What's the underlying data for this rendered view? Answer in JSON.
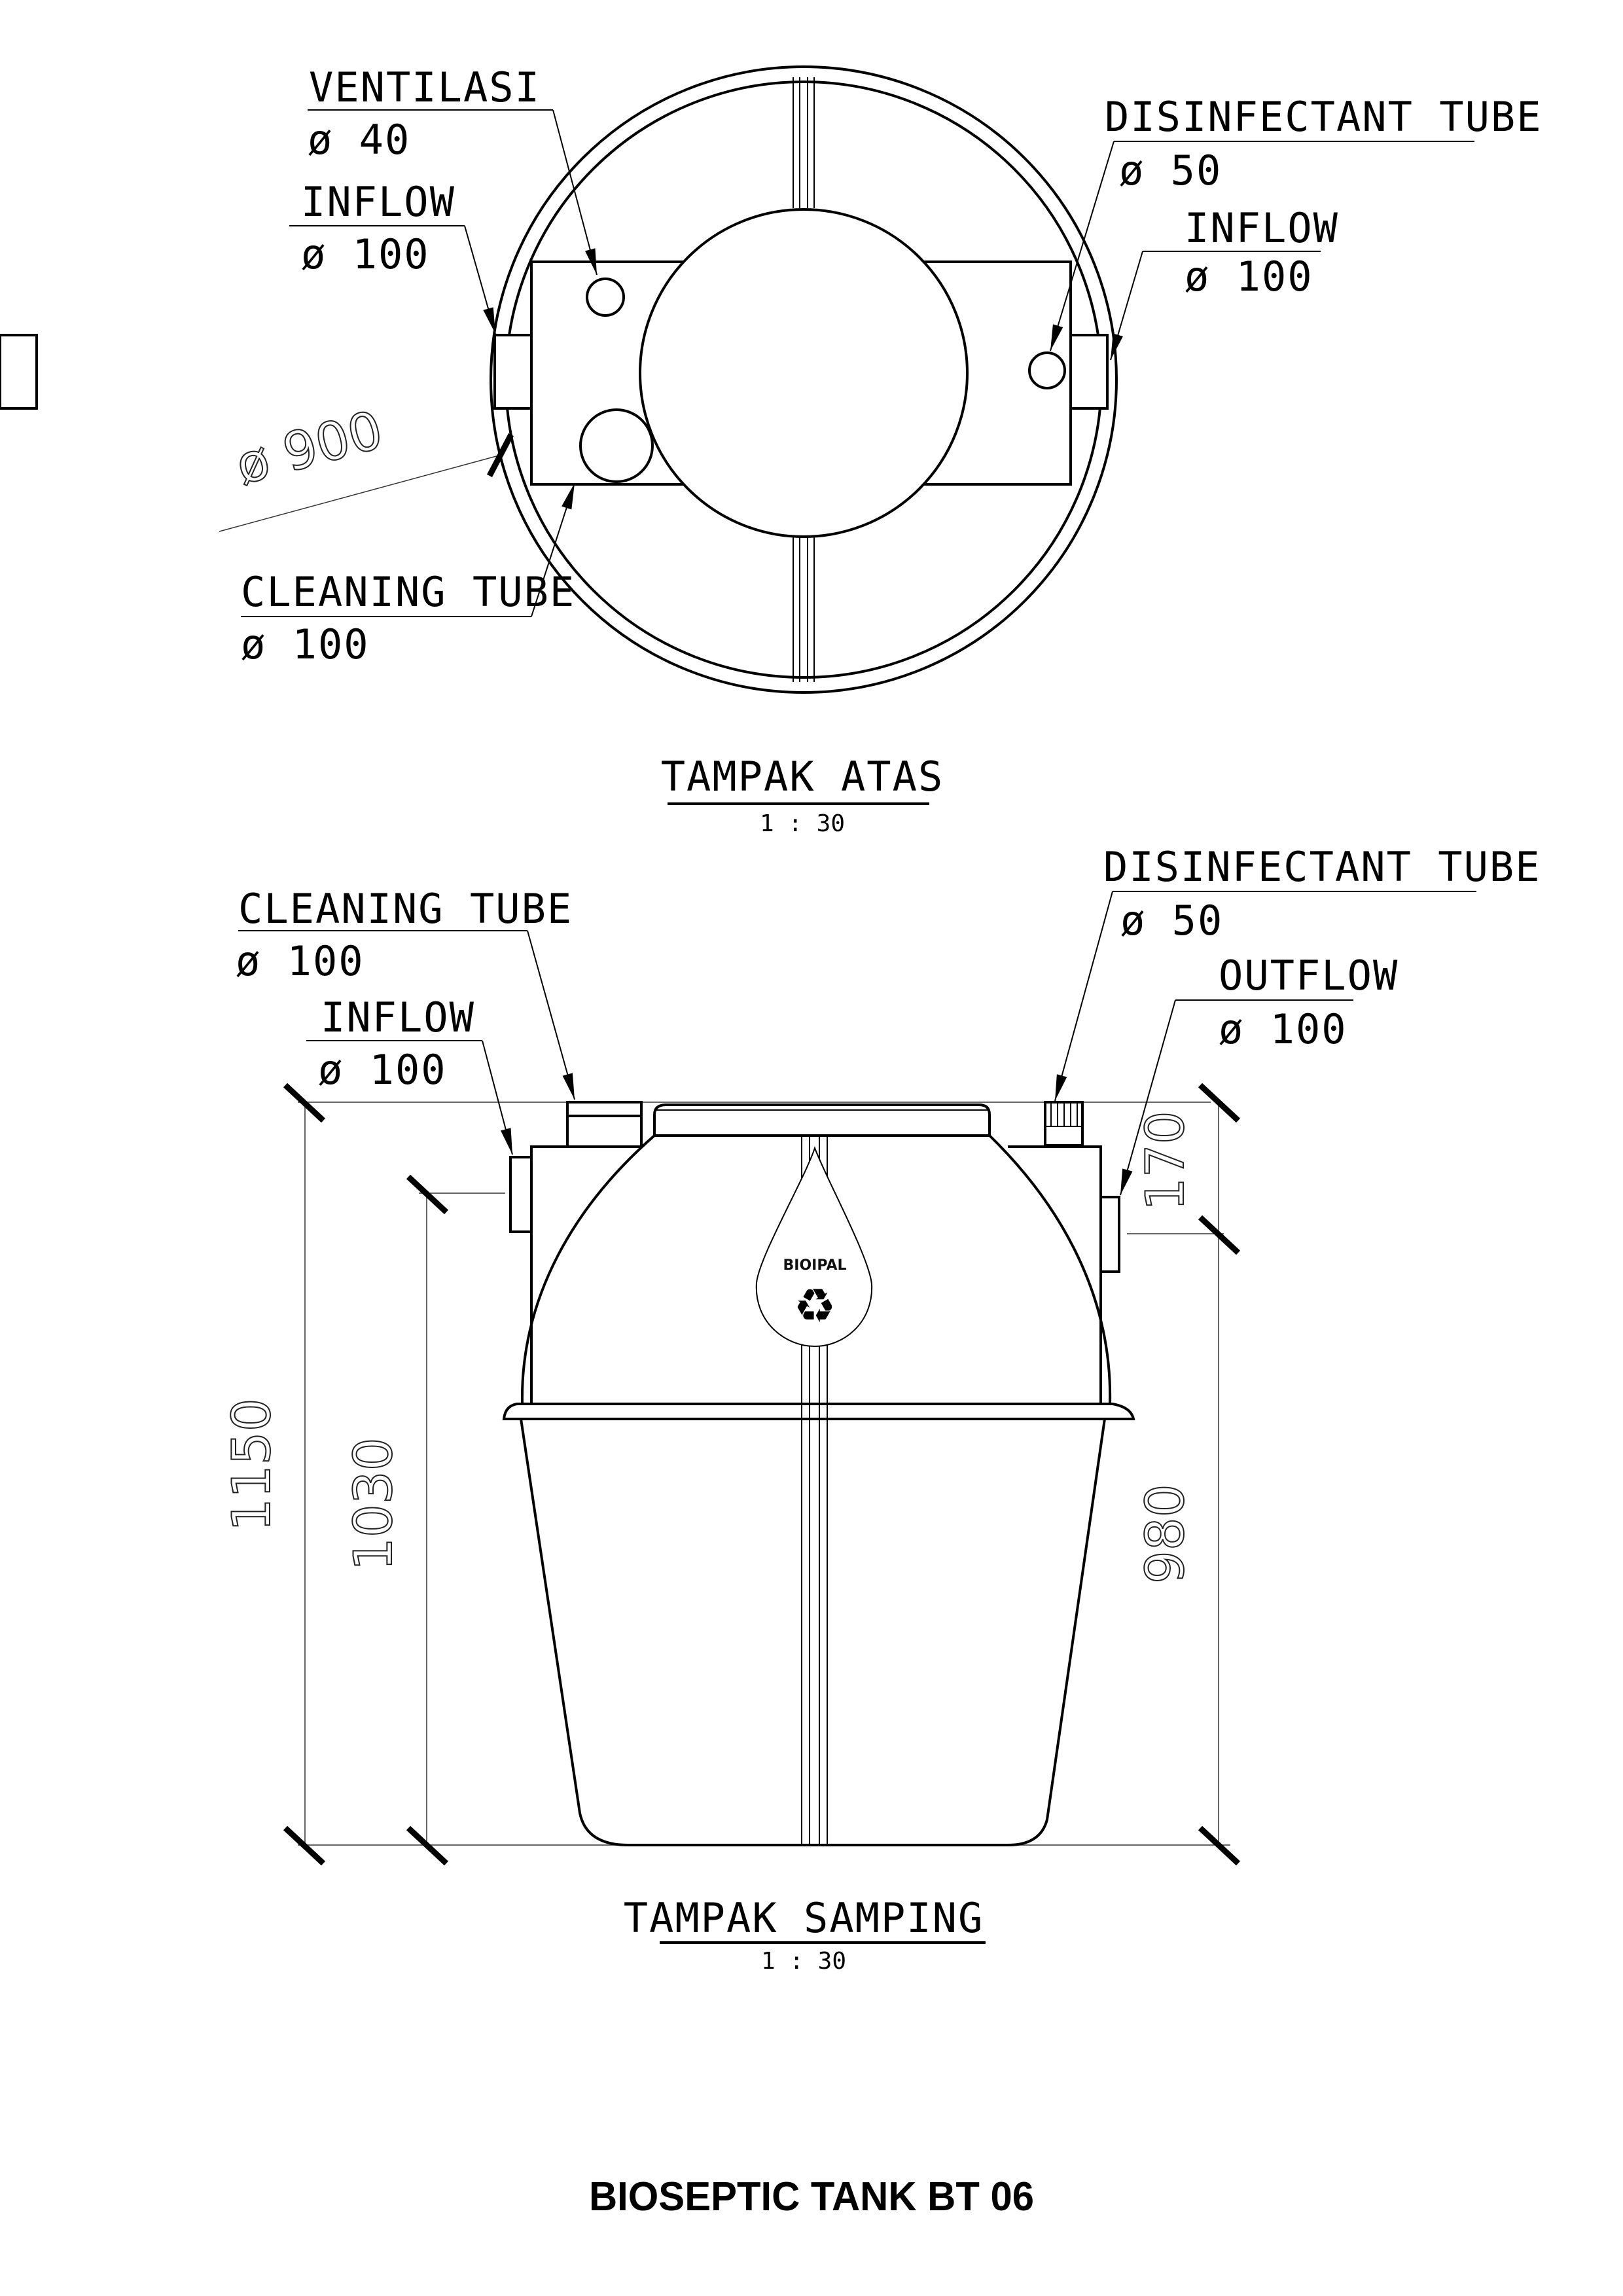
{
  "document": {
    "title": "BIOSEPTIC TANK  BT  06"
  },
  "top_view": {
    "title": "TAMPAK ATAS",
    "scale": "1 : 30",
    "diameter_label": "ø 900",
    "callouts": [
      {
        "name": "VENTILASI",
        "size": "ø 40"
      },
      {
        "name": "INFLOW",
        "size": "ø 100"
      },
      {
        "name": "CLEANING TUBE",
        "size": "ø 100"
      },
      {
        "name": "DISINFECTANT TUBE",
        "size": "ø 50"
      },
      {
        "name": "INFLOW",
        "size": "ø 100"
      }
    ]
  },
  "side_view": {
    "title": "TAMPAK SAMPING",
    "scale": "1 : 30",
    "logo_text": "BIOIPAL",
    "logo_icon": "recycle-icon",
    "callouts": [
      {
        "name": "CLEANING TUBE",
        "size": "ø 100"
      },
      {
        "name": "INFLOW",
        "size": "ø 100"
      },
      {
        "name": "DISINFECTANT TUBE",
        "size": "ø 50"
      },
      {
        "name": "OUTFLOW",
        "size": "ø 100"
      }
    ],
    "dimensions": {
      "total_height": "1150",
      "inflow_height": "1030",
      "outflow_height": "980",
      "top_offset": "170"
    }
  }
}
